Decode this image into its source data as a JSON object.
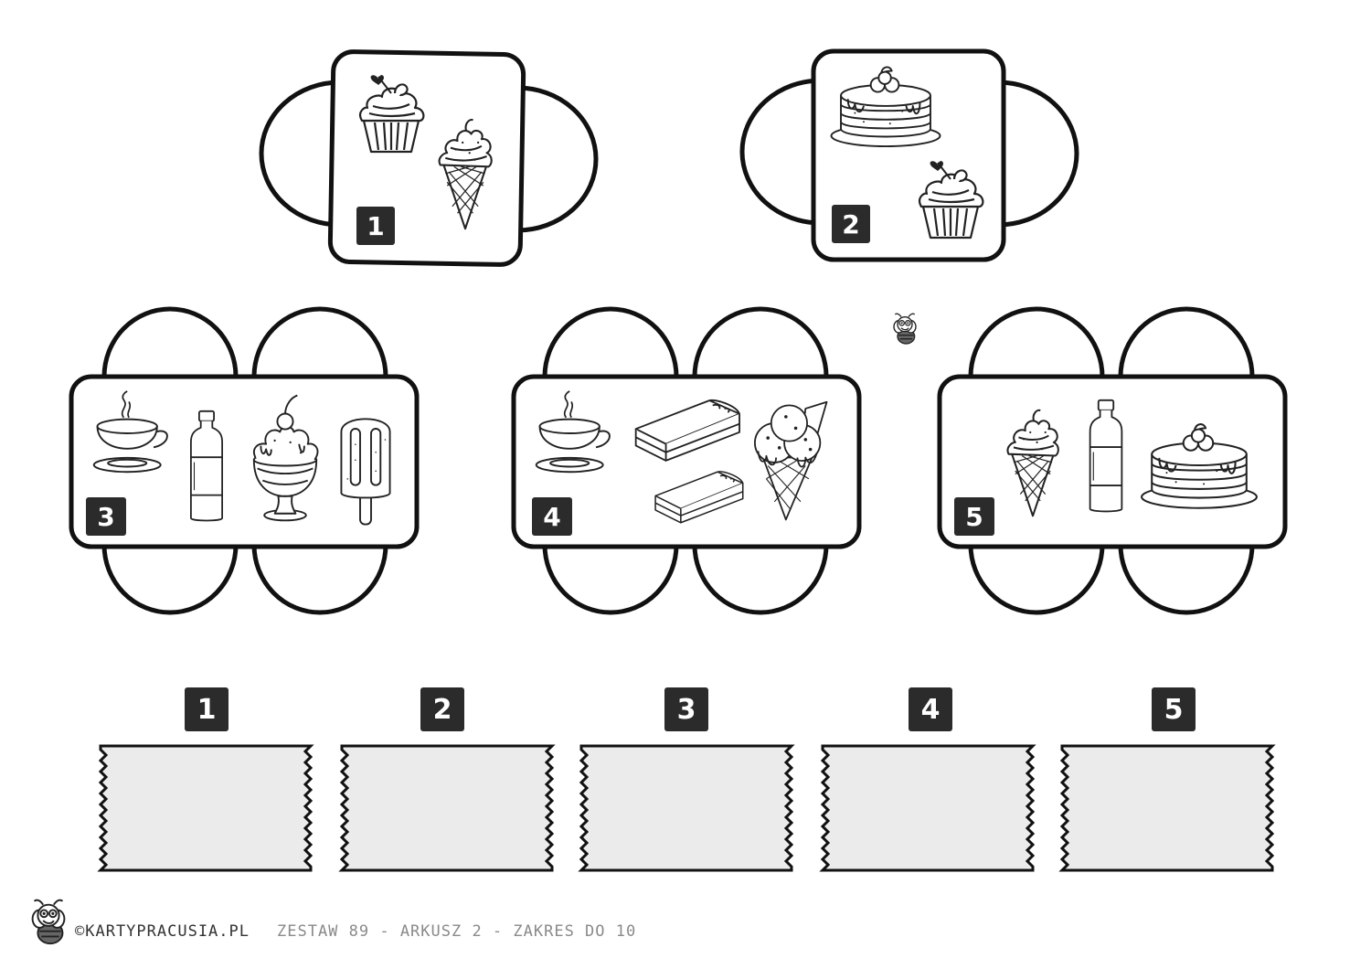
{
  "tables": [
    {
      "number": "1",
      "items": [
        "cupcake-icon",
        "ice-cream-cone-icon"
      ]
    },
    {
      "number": "2",
      "items": [
        "pancakes-icon",
        "cupcake-icon"
      ]
    },
    {
      "number": "3",
      "items": [
        "tea-cup-icon",
        "bottle-icon",
        "sundae-icon",
        "popsicle-icon"
      ]
    },
    {
      "number": "4",
      "items": [
        "tea-cup-icon",
        "cake-slice-icon",
        "cake-slice-icon",
        "ice-cream-scoops-icon"
      ]
    },
    {
      "number": "5",
      "items": [
        "ice-cream-cone-icon",
        "bottle-icon",
        "pancakes-icon"
      ]
    }
  ],
  "answer_boxes": [
    {
      "number": "1",
      "value": ""
    },
    {
      "number": "2",
      "value": ""
    },
    {
      "number": "3",
      "value": ""
    },
    {
      "number": "4",
      "value": ""
    },
    {
      "number": "5",
      "value": ""
    }
  ],
  "footer": {
    "brand": "©KARTYPRACUSIA.PL",
    "set_info": "ZESTAW 89 - ARKUSZ 2 - ZAKRES DO 10"
  },
  "colors": {
    "badge": "#2b2b2b",
    "answer_fill": "#ebebeb",
    "line": "#111111"
  }
}
